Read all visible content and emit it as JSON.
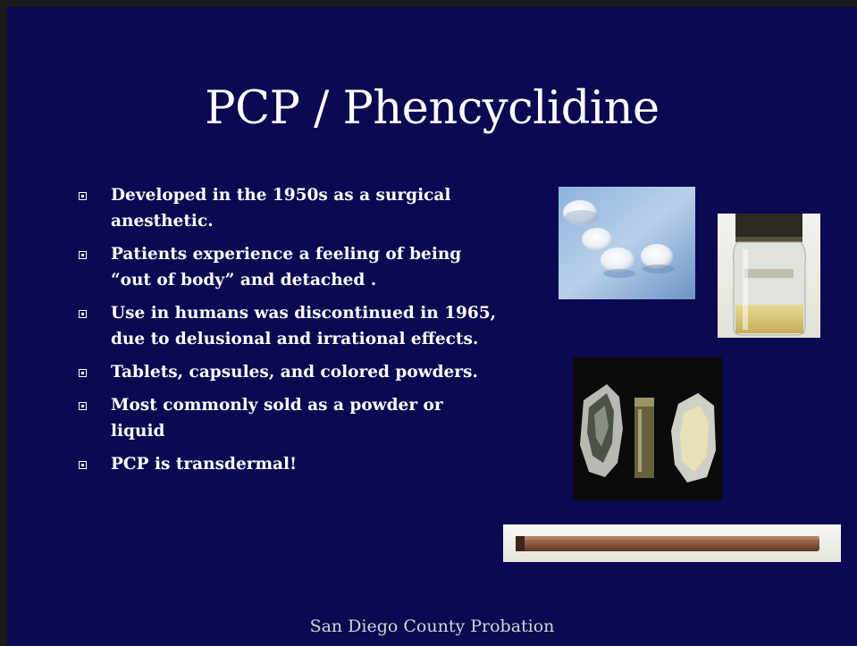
{
  "slide": {
    "title": "PCP / Phencyclidine",
    "bullets": [
      "Developed in the 1950s as a surgical anesthetic.",
      "Patients experience a feeling of being “out of body” and detached .",
      "Use in humans was discontinued in 1965, due to delusional and irrational effects.",
      "Tablets, capsules, and colored powders.",
      "Most commonly sold as a powder or liquid",
      "PCP is transdermal!"
    ],
    "footer": "San Diego County Probation"
  },
  "colors": {
    "background": "#0a0952",
    "text": "#ffffff",
    "footer_text": "#d4d4d4"
  }
}
